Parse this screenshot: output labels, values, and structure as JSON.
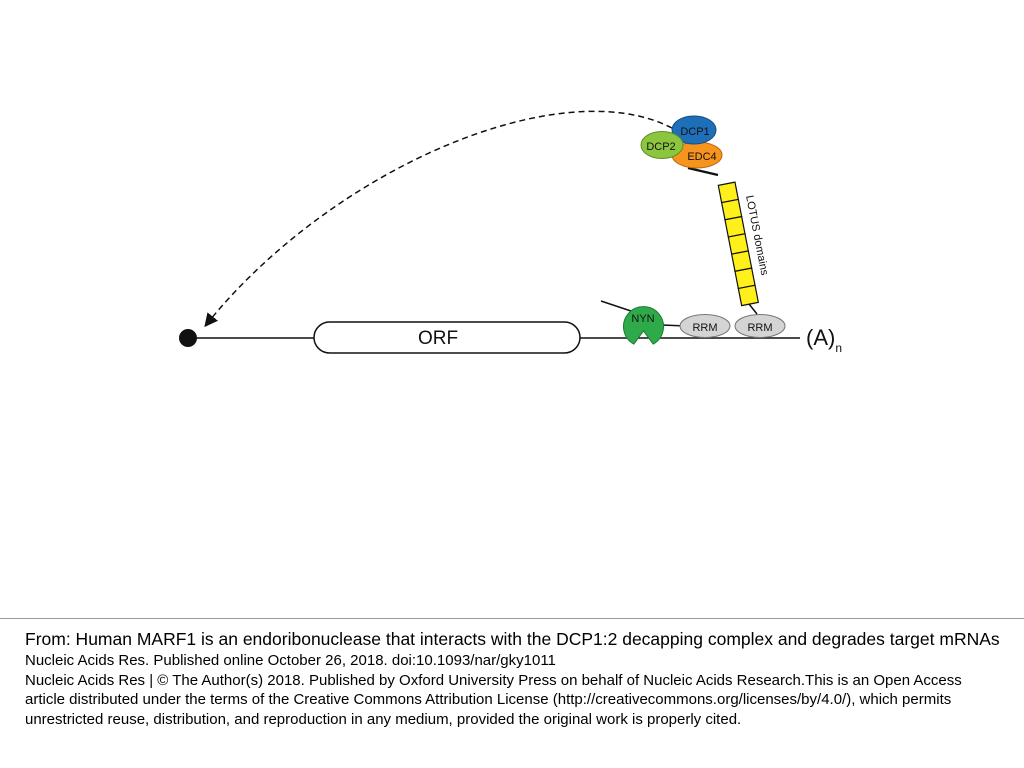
{
  "diagram": {
    "labels": {
      "orf": "ORF",
      "nyn": "NYN",
      "rrm_1": "RRM",
      "rrm_2": "RRM",
      "poly_a": "(A)",
      "poly_a_subscript": "n",
      "lotus": "LOTUS domains",
      "dcp1": "DCP1",
      "dcp2": "DCP2",
      "edc4": "EDC4"
    },
    "lotus_domain_count": 7,
    "colors": {
      "dcp1": "#1f6fb8",
      "dcp2": "#8cc63f",
      "edc4": "#f7941d",
      "nyn": "#2eaa4a",
      "rrm": "#d4d4d4",
      "lotus": "#ffef1a",
      "cap": "#111111"
    }
  },
  "caption": {
    "from_line": "From: Human MARF1 is an endoribonuclease that interacts with the DCP1:2 decapping complex and degrades target mRNAs",
    "journal_line": "Nucleic Acids Res. Published online  October 26, 2018. doi:10.1093/nar/gky1011",
    "license_line": "Nucleic Acids Res | © The Author(s) 2018. Published by Oxford University Press on behalf of Nucleic Acids Research.This is an Open Access article distributed under the terms of the Creative Commons Attribution License (http://creativecommons.org/licenses/by/4.0/), which permits unrestricted reuse, distribution, and reproduction in any medium, provided the original work is properly cited."
  }
}
